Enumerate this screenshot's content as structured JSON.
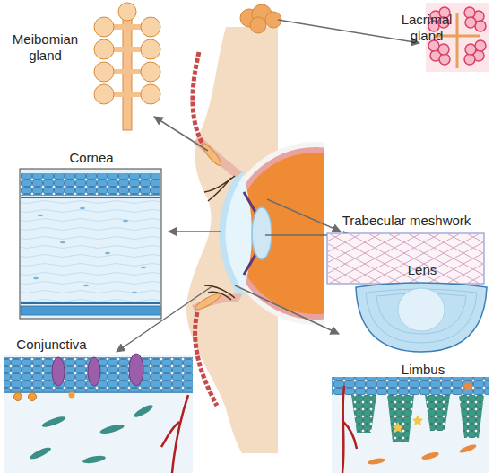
{
  "diagram": {
    "nodes": [
      {
        "text": [
          "Meibomian gland"
        ]
      },
      {
        "text": [
          "Lacrimal gland"
        ]
      },
      {
        "text": [
          "Trabecular meshwork"
        ]
      },
      {
        "text": [
          "Cornea"
        ]
      },
      {
        "text": [
          "Lens"
        ]
      },
      {
        "text": [
          "Conjunctiva"
        ]
      },
      {
        "text": [
          "Limbus"
        ]
      }
    ]
  }
}
